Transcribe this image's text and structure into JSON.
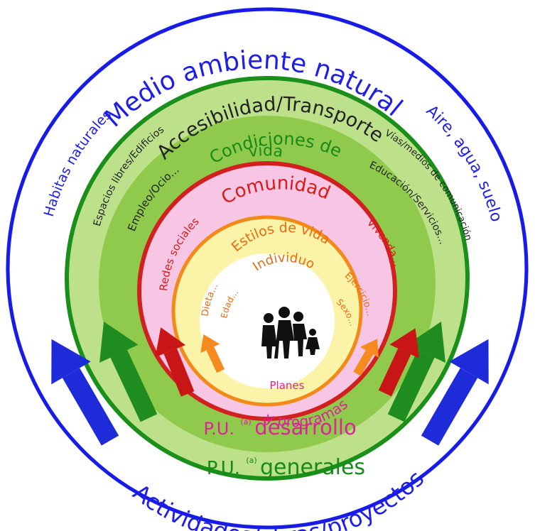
{
  "colors": {
    "outer_ring": "#d2ecfa",
    "outer_border": "#1a1ae6",
    "green_light": "#bde18a",
    "green_mid": "#8fca4d",
    "green_border": "#1a8f1a",
    "pink": "#f7c6e4",
    "red_border": "#d21f1f",
    "orange_border": "#f28a1a",
    "yellow": "#fbf4a8",
    "center": "#ffffff",
    "arrow_blue": "#1e2bd9",
    "arrow_green": "#1f8c1f",
    "arrow_red": "#c81616",
    "arrow_orange": "#f58a1f"
  },
  "labels": {
    "medio_ambiente": "Medio ambiente natural",
    "habitats": "Habitas naturales",
    "aire_agua_suelo": "Aire, agua, suelo",
    "accesibilidad": "Accesibilidad/Transporte",
    "condiciones_1": "Condiciones de",
    "condiciones_2": "vida",
    "espacios": "Espacios libres/Edificios",
    "vias": "Vías/medios de comunicación",
    "empleo": "Empleo/Ocio...",
    "educacion": "Educación/Servicios...",
    "comunidad": "Comunidad",
    "redes": "Redes sociales",
    "vivienda": "Vivenda...",
    "estilos": "Estilos de vida",
    "dieta": "Dieta...",
    "ejercicio": "Ejercicio...",
    "individuo": "Individuo",
    "edad": "Edad...",
    "sexo": "Sexo...",
    "planes": "Planes",
    "programas": "y programas",
    "pu_desarrollo_pu": "P.U.",
    "pu_desarrollo_sup": "(a)",
    "pu_desarrollo_word": "desarrollo",
    "pu_generales_pu": "P.U.",
    "pu_generales_sup": "(a)",
    "pu_generales_word": "generales",
    "actividades": "Actividades/obras/proyectos"
  },
  "icons": {
    "center": "family-icon"
  }
}
